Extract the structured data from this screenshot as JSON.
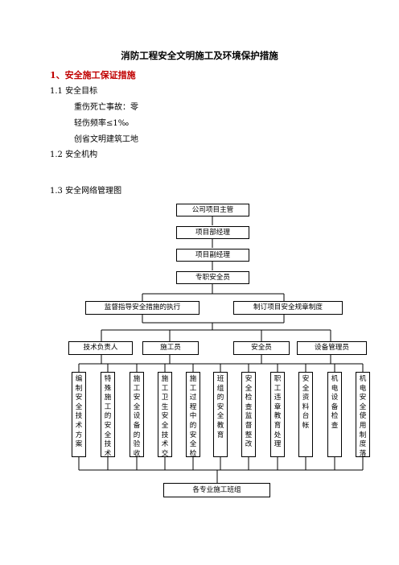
{
  "doc": {
    "title": "消防工程安全文明施工及环境保护措施",
    "section_heading": "1、安全施工保证措施",
    "s11": "1.1 安全目标",
    "goal1": "重伤死亡事故：零",
    "goal2": "轻伤频率≤1‰",
    "goal3": "创省文明建筑工地",
    "s12": "1.2 安全机构",
    "s13": "1.3 安全网络管理图"
  },
  "org_chart": {
    "level1": "公司项目主管",
    "level2": "项目部经理",
    "level3": "项目副经理",
    "level4": "专职安全员",
    "branch_left": "监督指导安全措施的执行",
    "branch_right": "制订项目安全规章制度",
    "roles": [
      "技术负责人",
      "施工员",
      "安全员",
      "设备管理员"
    ],
    "tasks": [
      "编制安全技术方案",
      "特殊施工的安全技术交底",
      "施工安全设备的验收",
      "施工卫生安全技术交底",
      "施工过程中的安全检查",
      "班组的安全教育",
      "安全检查监督整改",
      "职工违章教育处理",
      "安全资料台帐",
      "机电设备检查",
      "机电安全使用制度落实"
    ],
    "bottom": "各专业施工班组"
  }
}
